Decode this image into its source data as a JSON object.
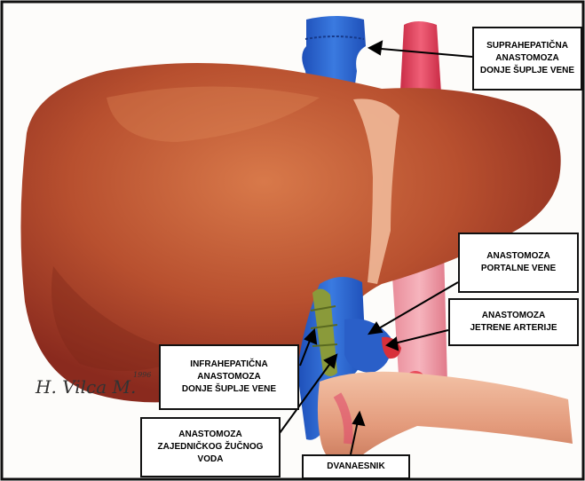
{
  "diagram": {
    "labels": {
      "suprahepatic": [
        "SUPRAHEPATIČNA",
        "ANASTOMOZA",
        "DONJE ŠUPLJE VENE"
      ],
      "portal": [
        "ANASTOMOZA",
        "PORTALNE VENE"
      ],
      "hepatic_artery": [
        "ANASTOMOZA",
        "JETRENE ARTERIJE"
      ],
      "infrahepatic": [
        "INFRAHEPATIČNA",
        "ANASTOMOZA",
        "DONJE ŠUPLJE VENE"
      ],
      "bile_duct": [
        "ANASTOMOZA",
        "ZAJEDNIČKOG ŽUČNOG",
        "VODA"
      ],
      "duodenum": [
        "DVANAESNIK"
      ]
    },
    "signature": "H. Vilca M.",
    "signature_year": "1996",
    "colors": {
      "liver": "#b8502f",
      "vena_cava": "#2a5fc8",
      "aorta": "#e0405a",
      "gallbladder_duct": "#8a9a3a",
      "duodenum": "#e8a585",
      "border": "#111111"
    }
  }
}
